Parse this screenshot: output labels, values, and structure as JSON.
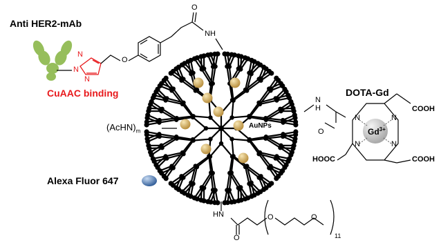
{
  "labels": {
    "antibody": "Anti HER2-mAb",
    "cuaac": "CuAAC binding",
    "dota": "DOTA-Gd",
    "alexa": "Alexa Fluor 647",
    "aunps": "AuNPs",
    "achn_main": "(AcHN)",
    "achn_sub": "m",
    "peg_repeat": "11",
    "gd": "Gd",
    "gd_charge": "3+",
    "cooh": "COOH",
    "hooc": "HOOC"
  },
  "atoms": {
    "N": "N",
    "O": "O",
    "NH": "NH",
    "HN": "HN"
  },
  "colors": {
    "triazole": "#e8191c",
    "cuaac_label": "#e8191c",
    "antibody": "#8bb84a",
    "gold_particle": "#d2ab5e",
    "alexa_dye": "#4f7fb8",
    "gd_sphere": "#c9c9c9",
    "dendrimer": "#000000"
  }
}
